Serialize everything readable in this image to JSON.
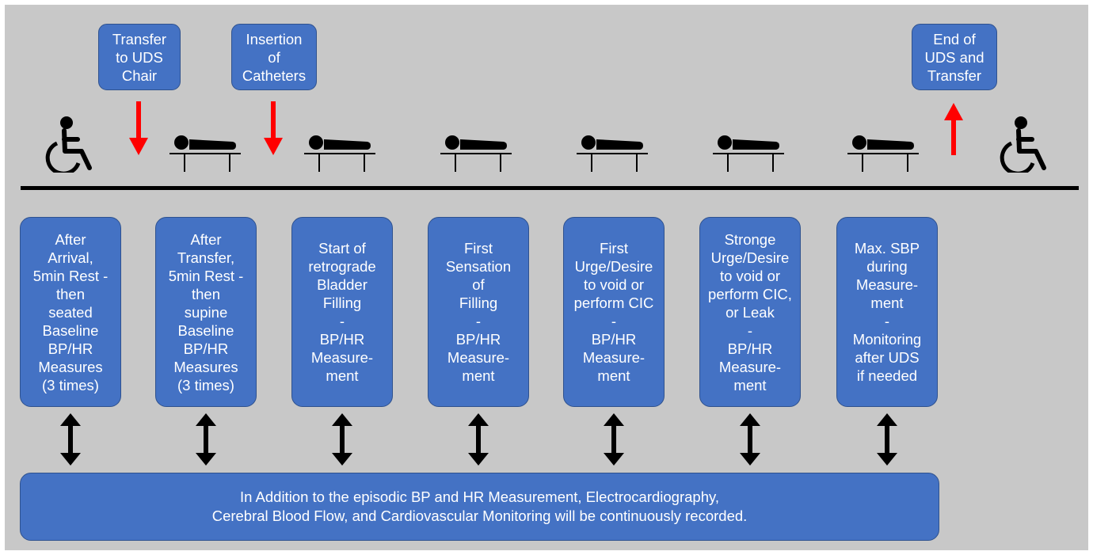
{
  "top_labels": {
    "transfer_to_uds": "Transfer\nto UDS\nChair",
    "insertion": "Insertion\nof\nCatheters",
    "end": "End of\nUDS and\nTransfer"
  },
  "steps": [
    {
      "text": "After\nArrival,\n5min Rest -\nthen\nseated\nBaseline\nBP/HR\nMeasures\n(3 times)"
    },
    {
      "text": "After\nTransfer,\n5min Rest -\nthen\nsupine\nBaseline\nBP/HR\nMeasures\n(3 times)"
    },
    {
      "text": "Start of\nretrograde\nBladder\nFilling\n-\nBP/HR\nMeasure-\nment"
    },
    {
      "text": "First\nSensation\nof\nFilling\n-\nBP/HR\nMeasure-\nment"
    },
    {
      "text": "First\nUrge/Desire\nto void or\nperform CIC\n-\nBP/HR\nMeasure-\nment"
    },
    {
      "text": "Stronge\nUrge/Desire\nto void or\nperform CIC,\nor Leak\n-\nBP/HR\nMeasure-\nment"
    },
    {
      "text": "Max. SBP\nduring\nMeasure-\nment\n-\nMonitoring\nafter UDS\nif needed"
    }
  ],
  "note": "In Addition to the episodic BP and HR Measurement, Electrocardiography,\nCerebral Blood Flow, and Cardiovascular Monitoring will be continuously recorded.",
  "colors": {
    "box_fill": "#4472c4",
    "box_border": "#2f528f",
    "background": "#c8c8c8",
    "arrow_red": "#ff0000",
    "icon": "#000000"
  },
  "icons": [
    "wheelchair-icon",
    "patient-lying-icon",
    "red-arrow-down-icon",
    "red-arrow-up-icon",
    "double-arrow-icon"
  ]
}
